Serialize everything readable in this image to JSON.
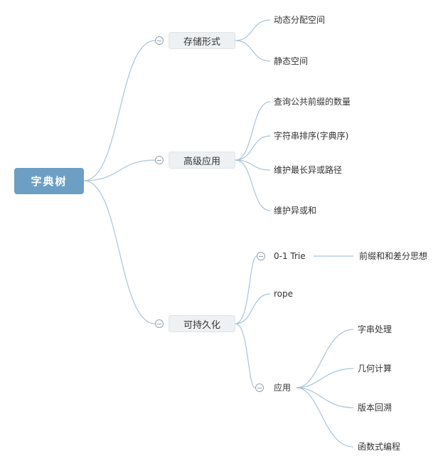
{
  "root": {
    "label": "字典树"
  },
  "branches": [
    {
      "label": "存储形式",
      "children": [
        {
          "label": "动态分配空间"
        },
        {
          "label": "静态空间"
        }
      ]
    },
    {
      "label": "高级应用",
      "children": [
        {
          "label": "查询公共前缀的数量"
        },
        {
          "label": "字符串排序(字典序)"
        },
        {
          "label": "维护最长异或路径"
        },
        {
          "label": "维护异或和"
        }
      ]
    },
    {
      "label": "可持久化",
      "children": [
        {
          "label": "0-1 Trie",
          "children": [
            {
              "label": "前缀和和差分思想"
            }
          ]
        },
        {
          "label": "rope"
        },
        {
          "label": "应用",
          "children": [
            {
              "label": "字串处理"
            },
            {
              "label": "几何计算"
            },
            {
              "label": "版本回溯"
            },
            {
              "label": "函数式编程"
            }
          ]
        }
      ]
    }
  ],
  "colors": {
    "root_bg": "#6d9fc5",
    "line": "#a9c4da",
    "level2_bg": "#eef1f3",
    "text": "#333333"
  }
}
